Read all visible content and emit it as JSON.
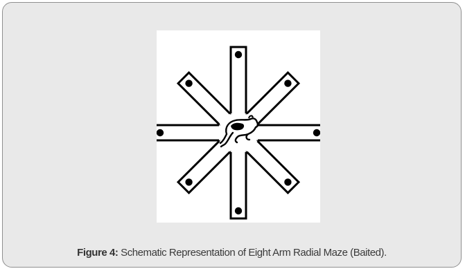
{
  "figure": {
    "label": "Figure 4:",
    "caption": " Schematic Representation of Eight Arm Radial Maze (Baited).",
    "arms": [
      {
        "name": "north-arm",
        "angle": 0
      },
      {
        "name": "north-east-arm",
        "angle": 45
      },
      {
        "name": "east-arm",
        "angle": 90
      },
      {
        "name": "south-east-arm",
        "angle": 135
      },
      {
        "name": "south-arm",
        "angle": 180
      },
      {
        "name": "south-west-arm",
        "angle": 225
      },
      {
        "name": "west-arm",
        "angle": 270
      },
      {
        "name": "north-west-arm",
        "angle": 315
      }
    ],
    "bait_icon": "food-pellet-dot",
    "center_icon": "rat-icon",
    "colors": {
      "background": "#e9e9e9",
      "border": "#8f8f8f",
      "maze_stroke": "#000000",
      "image_background": "#ffffff"
    }
  }
}
